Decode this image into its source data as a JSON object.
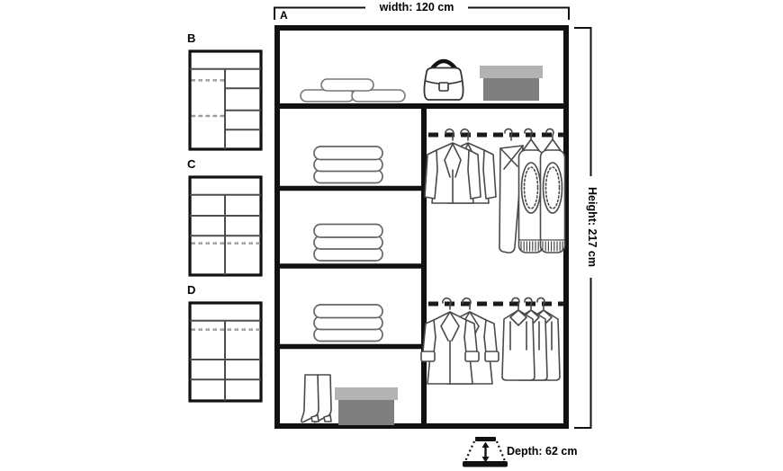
{
  "diagram": {
    "type": "wardrobe-interior-layout",
    "main": {
      "label": "A",
      "width_label": "width: 120 cm",
      "height_label": "Height: 217 cm",
      "depth_label": "Depth: 62 cm"
    },
    "variants": {
      "b": "B",
      "c": "C",
      "d": "D"
    }
  },
  "colors": {
    "background": "#ffffff",
    "frame": "#111111",
    "inner_line": "#4d4d4d",
    "dashed_rail": "#1a1a1a",
    "clothes_outline": "#4a4a4a",
    "soft_item_outline": "#777777",
    "box_body": "#7f7f7f",
    "box_lid": "#b3b3b3"
  },
  "icons": {
    "depth_icon": "trapezoid-with-vertical-double-arrow",
    "rail_icon": "dashed-hanging-rail",
    "contents": [
      "folded-linen-stack",
      "handbag",
      "shoe-box",
      "folded-towels",
      "hanging-jackets",
      "hanging-knitwear",
      "hanging-coats",
      "hanging-shirts",
      "tall-boots"
    ]
  }
}
